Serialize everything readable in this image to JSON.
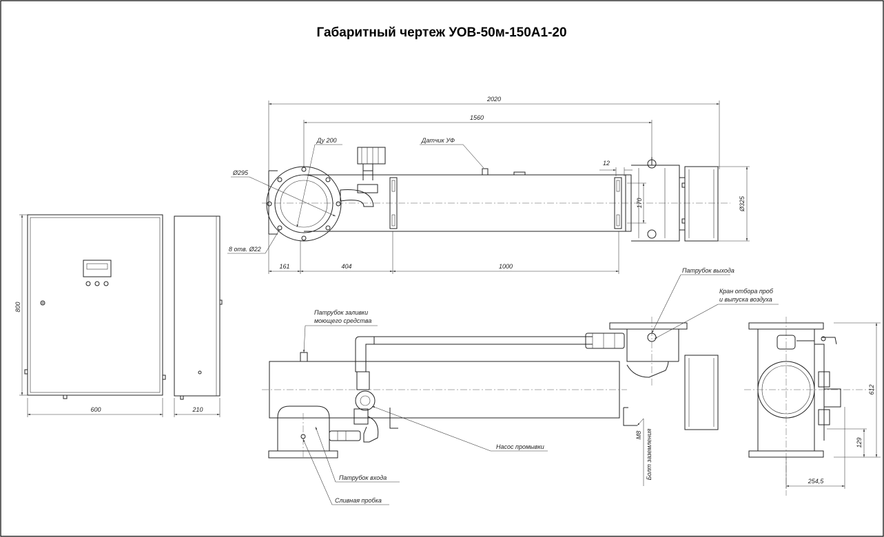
{
  "title": "Габаритный чертеж УОВ-50м-150А1-20",
  "dimensions": {
    "overall_length": "2020",
    "flange_span": "1560",
    "flange_diameter": "Ø295",
    "bolt_holes": "8 отв. Ø22",
    "nominal_bore": "Ду 200",
    "lamp_cap_diameter": "Ø325",
    "dim_161": "161",
    "dim_404": "404",
    "dim_1000": "1000",
    "dim_12": "12",
    "dim_170": "170",
    "cabinet_height": "800",
    "cabinet_width": "600",
    "cabinet_depth": "210",
    "side_height": "612",
    "side_base": "129",
    "side_width": "254,5",
    "ground_bolt": "М8"
  },
  "labels": {
    "uv_sensor": "Датчик УФ",
    "outlet_pipe": "Патрубок выхода",
    "drain_valve_line1": "Кран отбора проб",
    "drain_valve_line2": "и выпуска воздуха",
    "detergent_line1": "Патрубок заливки",
    "detergent_line2": "моющего средства",
    "wash_pump": "Насос промывки",
    "inlet_pipe": "Патрубок входа",
    "drain_plug": "Сливная пробка",
    "ground_bolt": "Болт заземления"
  }
}
